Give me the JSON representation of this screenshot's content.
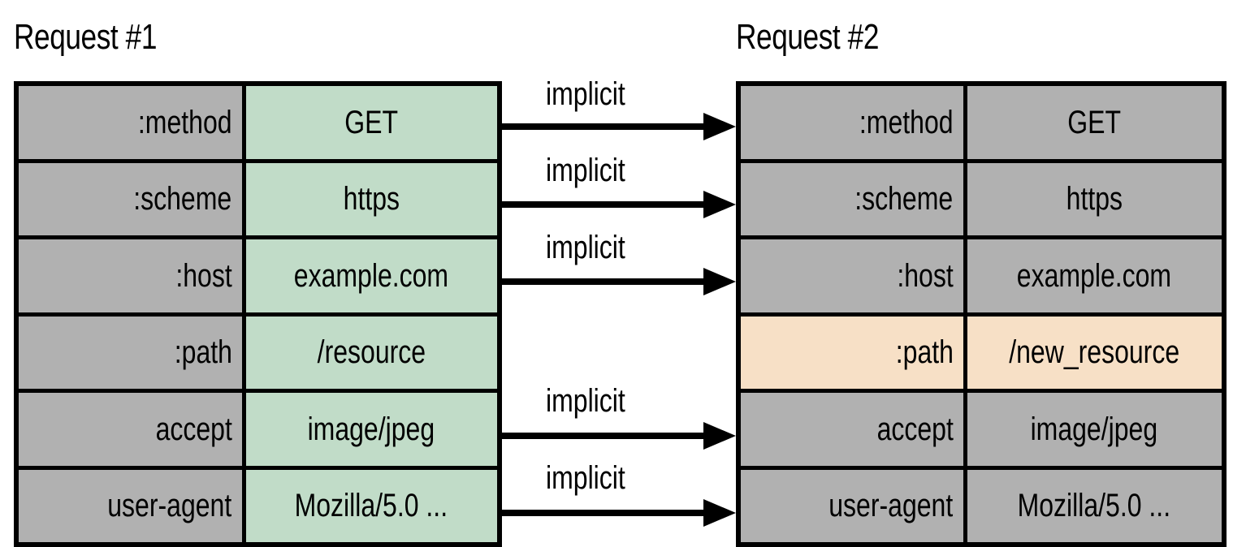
{
  "diagram": {
    "title_left": "Request #1",
    "title_right": "Request #2",
    "colors": {
      "header_name_fill": "#b1b1b1",
      "value_fill_request1": "#c1dcc8",
      "value_fill_request2": "#b1b1b1",
      "changed_row_fill": "#f7e0c6",
      "border": "#000000",
      "background": "#ffffff"
    }
  },
  "request1": {
    "title": "Request #1",
    "rows": [
      {
        "name": ":method",
        "value": "GET",
        "name_fill": "gray",
        "value_fill": "green"
      },
      {
        "name": ":scheme",
        "value": "https",
        "name_fill": "gray",
        "value_fill": "green"
      },
      {
        "name": ":host",
        "value": "example.com",
        "name_fill": "gray",
        "value_fill": "green"
      },
      {
        "name": ":path",
        "value": "/resource",
        "name_fill": "gray",
        "value_fill": "green"
      },
      {
        "name": "accept",
        "value": "image/jpeg",
        "name_fill": "gray",
        "value_fill": "green"
      },
      {
        "name": "user-agent",
        "value": "Mozilla/5.0 ...",
        "name_fill": "gray",
        "value_fill": "green"
      }
    ]
  },
  "request2": {
    "title": "Request #2",
    "rows": [
      {
        "name": ":method",
        "value": "GET",
        "name_fill": "gray",
        "value_fill": "gray"
      },
      {
        "name": ":scheme",
        "value": "https",
        "name_fill": "gray",
        "value_fill": "gray"
      },
      {
        "name": ":host",
        "value": "example.com",
        "name_fill": "gray",
        "value_fill": "gray"
      },
      {
        "name": ":path",
        "value": "/new_resource",
        "name_fill": "orange",
        "value_fill": "orange"
      },
      {
        "name": "accept",
        "value": "image/jpeg",
        "name_fill": "gray",
        "value_fill": "gray"
      },
      {
        "name": "user-agent",
        "value": "Mozilla/5.0 ...",
        "name_fill": "gray",
        "value_fill": "gray"
      }
    ]
  },
  "arrows": [
    {
      "label": "implicit",
      "from_row": 0,
      "to_row": 0
    },
    {
      "label": "implicit",
      "from_row": 1,
      "to_row": 1
    },
    {
      "label": "implicit",
      "from_row": 2,
      "to_row": 2
    },
    {
      "label": "implicit",
      "from_row": 4,
      "to_row": 4
    },
    {
      "label": "implicit",
      "from_row": 5,
      "to_row": 5
    }
  ]
}
